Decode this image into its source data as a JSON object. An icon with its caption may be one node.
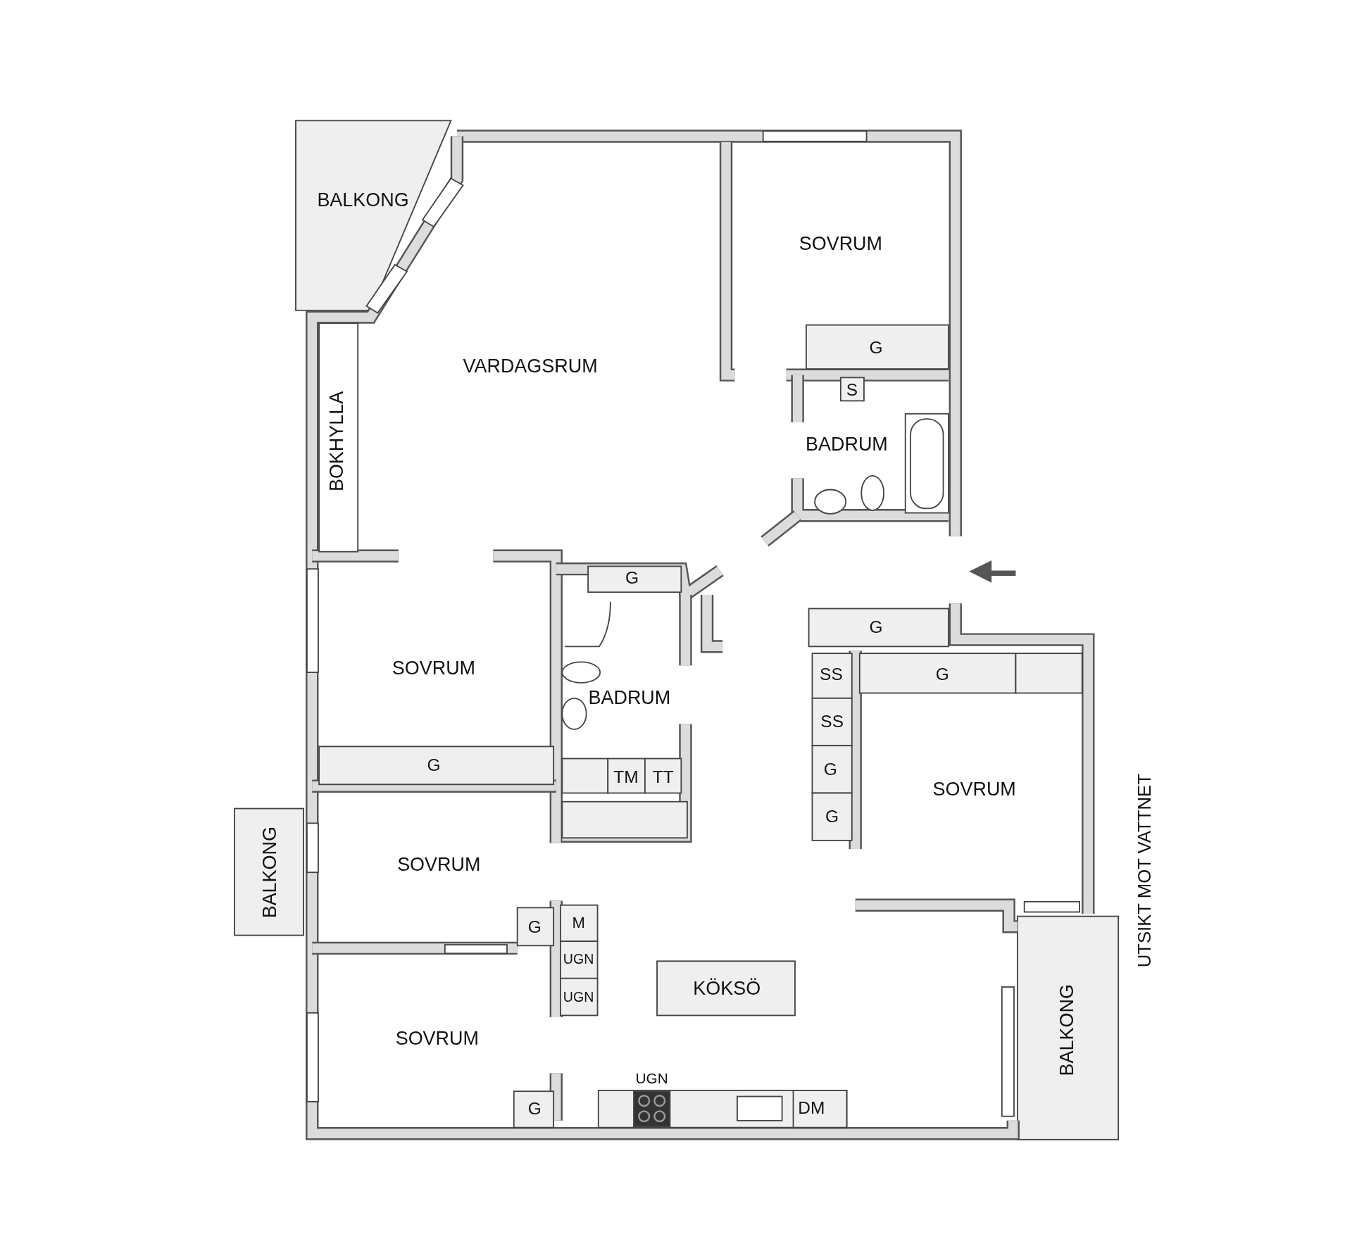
{
  "diagram": {
    "labels": [
      "BALKONG",
      "SOVRUM",
      "G",
      "VARDAGSRUM",
      "S",
      "BOKHYLLA",
      "BADRUM",
      "G",
      "G",
      "SOVRUM",
      "SS",
      "G",
      "BADRUM",
      "SS",
      "G",
      "TM",
      "TT",
      "G",
      "SOVRUM",
      "G",
      "SOVRUM",
      "BALKONG",
      "G",
      "M",
      "UTSIKT MOT VATTNET",
      "UGN",
      "KÖKSÖ",
      "UGN",
      "BALKONG",
      "SOVRUM",
      "UGN",
      "G",
      "DM"
    ]
  }
}
